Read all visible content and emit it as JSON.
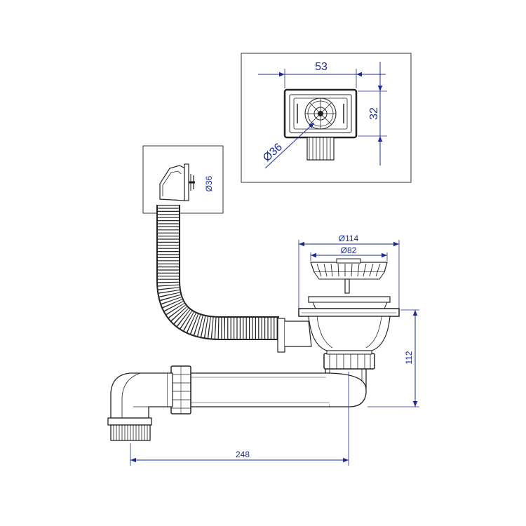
{
  "diagram": {
    "colors": {
      "dimension": "#1a2a9a",
      "outline": "#222222",
      "frame": "#333333"
    },
    "detail_top": {
      "dim_width": "53",
      "dim_height": "32",
      "dim_diameter": "Ø36"
    },
    "detail_overflow": {
      "dim_diameter": "Ø36"
    },
    "strainer": {
      "dim_outer": "Ø114",
      "dim_inner": "Ø82"
    },
    "overall": {
      "dim_height": "112",
      "dim_length": "248"
    }
  }
}
